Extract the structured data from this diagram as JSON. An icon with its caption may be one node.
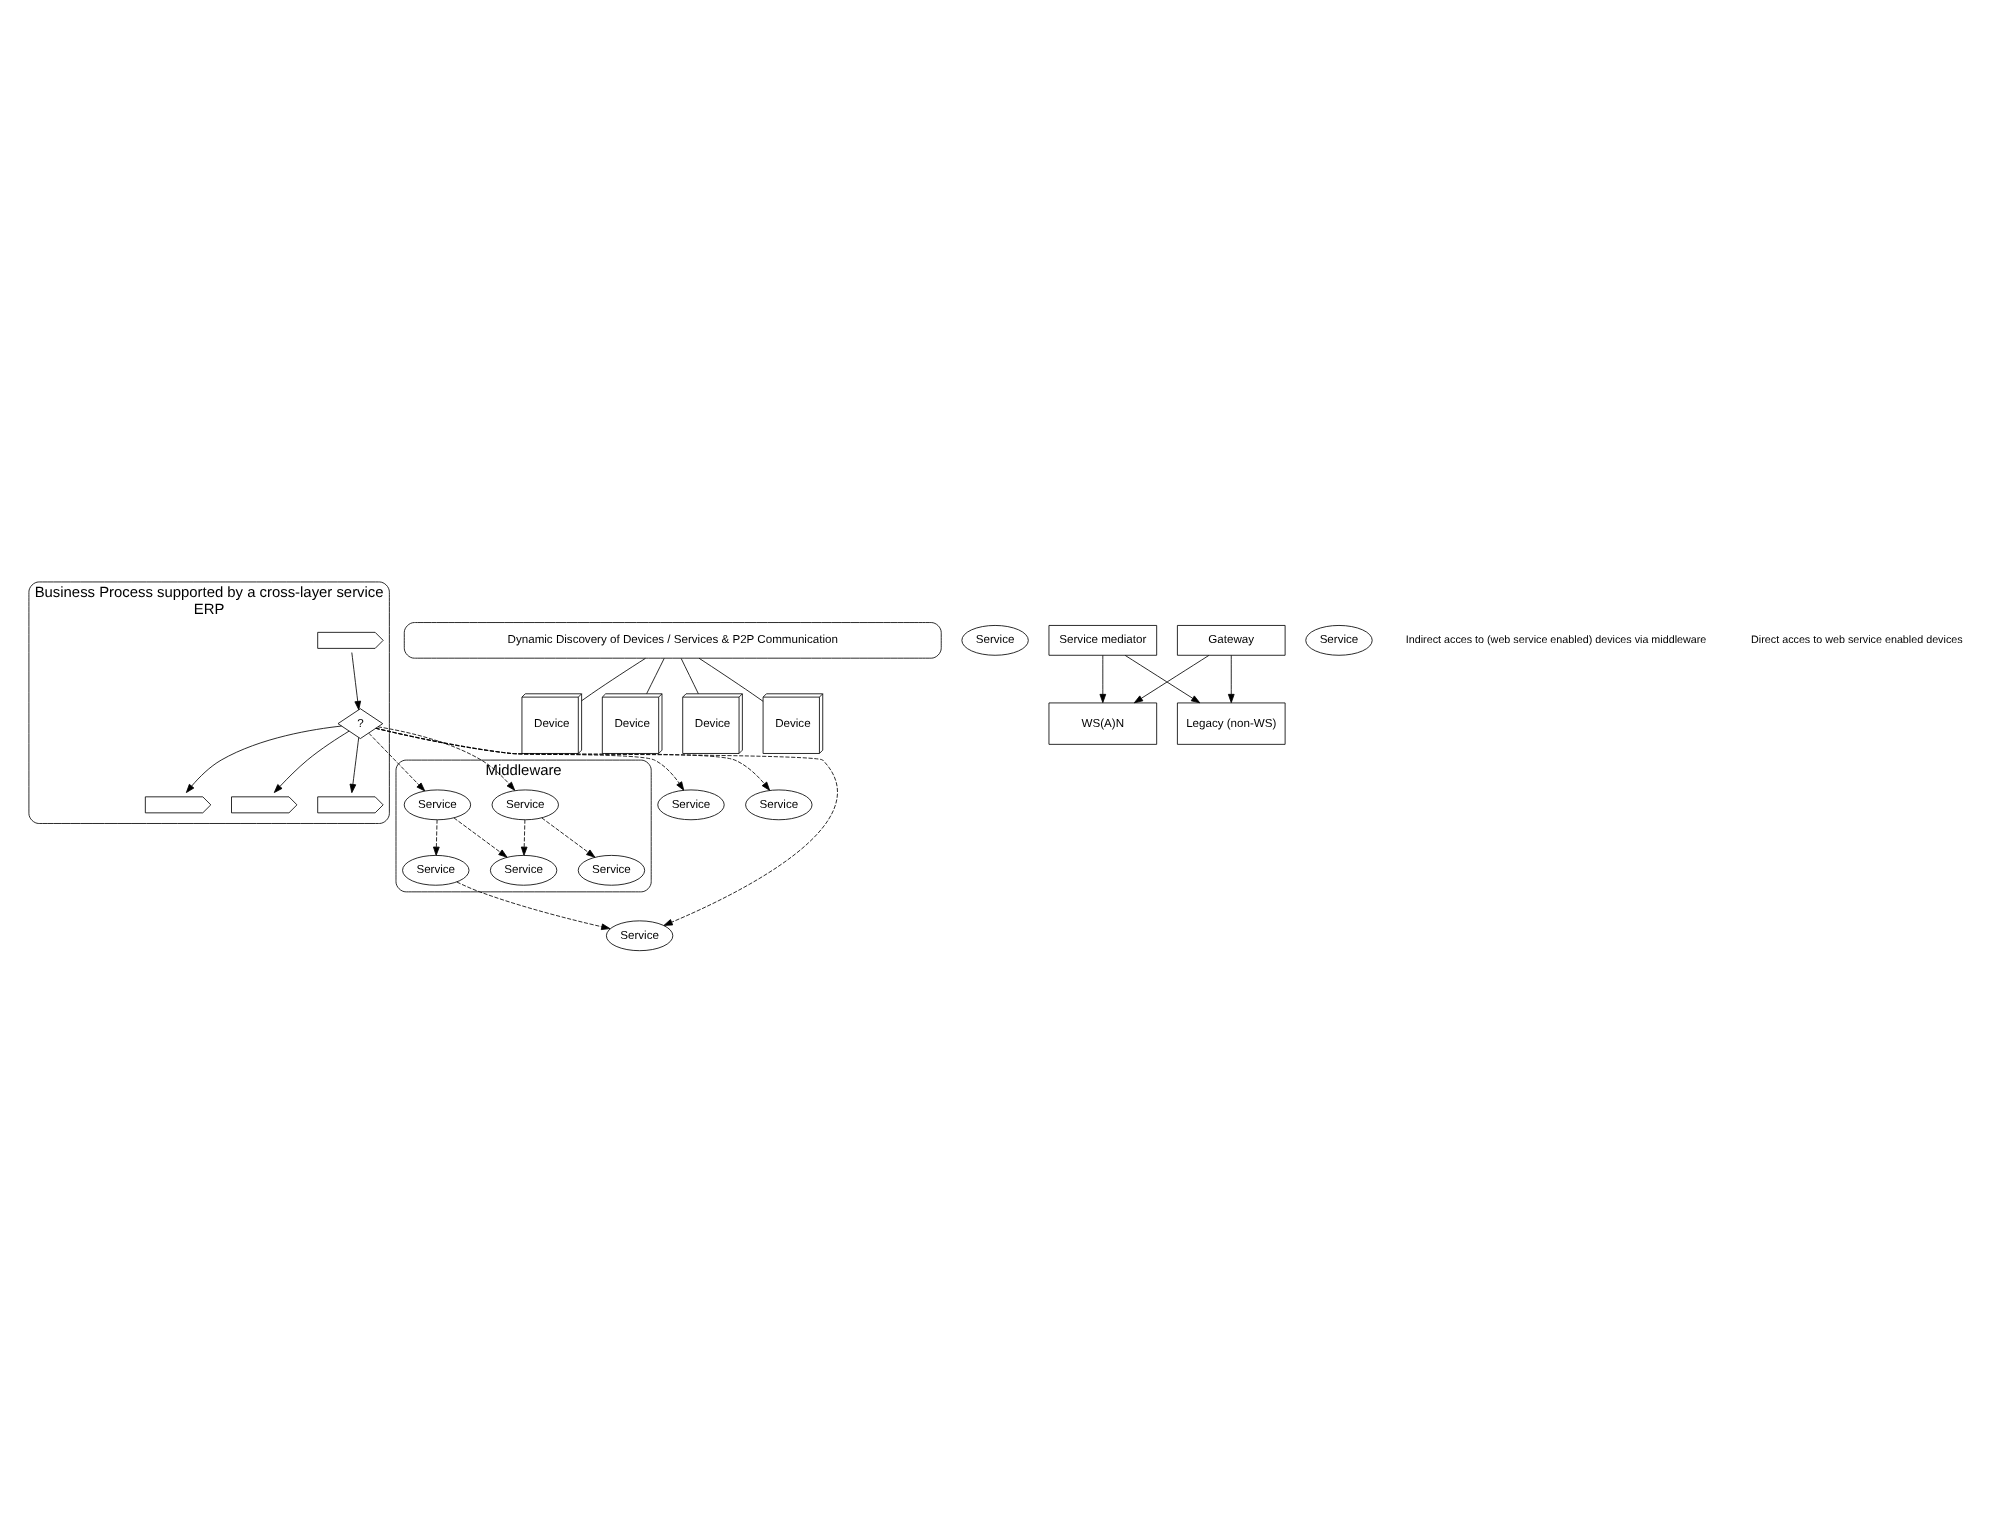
{
  "diagram": {
    "nodes": [
      {
        "text": [
          "Business Process supported by a cross-layer service",
          "ERP"
        ]
      },
      {
        "text": [],
        "shape": "chevron",
        "in": 0
      },
      {
        "text": [
          "?"
        ],
        "in": 0
      },
      {
        "text": [],
        "shape": "chevron",
        "in": 0
      },
      {
        "text": [],
        "shape": "chevron",
        "in": 0
      },
      {
        "text": [],
        "shape": "chevron",
        "in": 0
      },
      {
        "text": [
          "Middleware"
        ]
      },
      {
        "text": [
          "Service"
        ],
        "in": 6
      },
      {
        "text": [
          "Service"
        ],
        "in": 6
      },
      {
        "text": [
          "Service"
        ],
        "in": 6
      },
      {
        "text": [
          "Service"
        ],
        "in": 6
      },
      {
        "text": [
          "Service"
        ],
        "in": 6
      },
      {
        "text": [
          "Dynamic Discovery of Devices / Services & P2P Communication"
        ]
      },
      {
        "text": [
          "Service"
        ]
      },
      {
        "text": [
          "Service mediator"
        ]
      },
      {
        "text": [
          "Service"
        ]
      },
      {
        "text": [
          "Gateway"
        ]
      },
      {
        "text": [
          "WS(A)N"
        ]
      },
      {
        "text": [
          "Legacy (non-WS)"
        ]
      },
      {
        "text": [
          "Device"
        ]
      },
      {
        "text": [
          "Device"
        ]
      },
      {
        "text": [
          "Device"
        ]
      },
      {
        "text": [
          "Device"
        ]
      },
      {
        "text": [
          "Service"
        ]
      },
      {
        "text": [
          "Service"
        ]
      },
      {
        "text": [
          "Service"
        ]
      }
    ],
    "edges": [
      {
        "from": 1,
        "to": 2,
        "arrow": "to"
      },
      {
        "from": 2,
        "to": 3,
        "arrow": "to"
      },
      {
        "from": 2,
        "to": 4,
        "arrow": "to"
      },
      {
        "from": 2,
        "to": 5,
        "arrow": "to"
      },
      {
        "from": 2,
        "to": 7,
        "arrow": "to",
        "style": "dashed"
      },
      {
        "from": 2,
        "to": 8,
        "arrow": "to",
        "style": "dashed"
      },
      {
        "from": 2,
        "to": 23,
        "arrow": "to",
        "style": "dashed"
      },
      {
        "from": 2,
        "to": 24,
        "arrow": "to",
        "style": "dashed"
      },
      {
        "from": 2,
        "to": 25,
        "arrow": "to",
        "style": "dashed"
      },
      {
        "from": 7,
        "to": 9,
        "arrow": "to",
        "style": "dashed"
      },
      {
        "from": 8,
        "to": 9,
        "arrow": "to",
        "style": "dashed"
      },
      {
        "from": 7,
        "to": 10,
        "arrow": "to",
        "style": "dashed"
      },
      {
        "from": 8,
        "to": 11,
        "arrow": "to",
        "style": "dashed"
      },
      {
        "from": 11,
        "to": 23,
        "arrow": "to",
        "style": "dashed"
      },
      {
        "from": 12,
        "to": 19,
        "arrow": "none"
      },
      {
        "from": 12,
        "to": 20,
        "arrow": "none"
      },
      {
        "from": 12,
        "to": 21,
        "arrow": "none"
      },
      {
        "from": 12,
        "to": 22,
        "arrow": "none"
      },
      {
        "from": 14,
        "to": 17,
        "arrow": "to"
      },
      {
        "from": 14,
        "to": 18,
        "arrow": "to"
      },
      {
        "from": 16,
        "to": 17,
        "arrow": "to"
      },
      {
        "from": 16,
        "to": 18,
        "arrow": "to"
      }
    ],
    "labels": [
      "Indirect acces to (web service enabled) devices via middleware",
      "Direct acces to web service enabled devices"
    ]
  }
}
